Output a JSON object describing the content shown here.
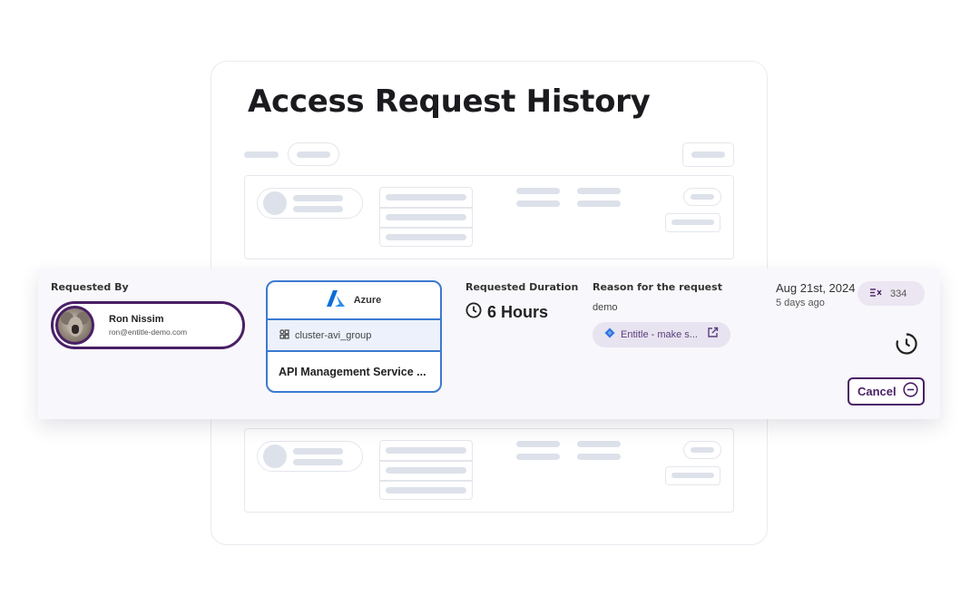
{
  "page": {
    "title": "Access Request History"
  },
  "request": {
    "requested_by_label": "Requested By",
    "user": {
      "name": "Ron Nissim",
      "email": "ron@entitle-demo.com"
    },
    "resource": {
      "provider": "Azure",
      "group": "cluster-avi_group",
      "service": "API Management Service ..."
    },
    "duration_label": "Requested Duration",
    "duration_value": "6 Hours",
    "reason_label": "Reason for the request",
    "reason_value": "demo",
    "ticket_label": "Entitle - make s...",
    "date": "Aug 21st, 2024",
    "relative_time": "5 days ago",
    "count": "334",
    "cancel_label": "Cancel"
  },
  "colors": {
    "accent_purple": "#4a1f66",
    "resource_blue": "#3b7ad1",
    "azure_blue": "#0a6fd6",
    "jira_blue": "#2f75e0",
    "skeleton_gray": "#dde1ea"
  },
  "icons": [
    "avatar-photo",
    "azure-logo-icon",
    "group-icon",
    "clock-icon",
    "jira-icon",
    "external-link-icon",
    "compare-icon",
    "extend-time-icon",
    "minus-circle-icon"
  ]
}
